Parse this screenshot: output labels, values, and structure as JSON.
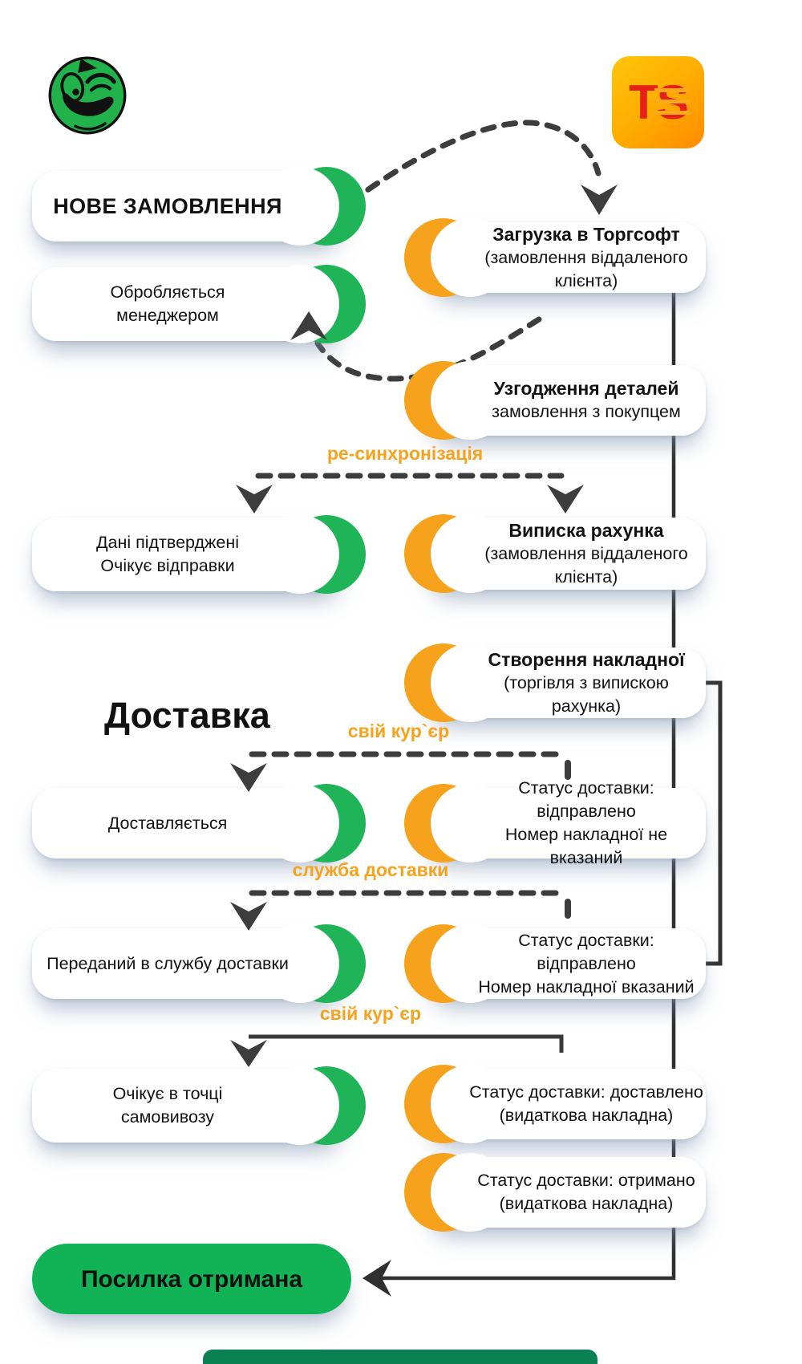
{
  "logo": {
    "t": "T",
    "s": "S"
  },
  "pills_left": {
    "new_order": "НОВЕ ЗАМОВЛЕННЯ",
    "processing_line1": "Обробляється",
    "processing_line2": "менеджером",
    "confirmed_line1": "Дані підтверджені",
    "confirmed_line2": "Очікує відправки",
    "delivering": "Доставляється",
    "handed_over": "Переданий в службу доставки",
    "pickup_line1": "Очікує в точці",
    "pickup_line2": "самовивозу",
    "parcel_received": "Посилка отримана"
  },
  "pills_right": {
    "load_title": "Загрузка в Торгсофт",
    "load_subtitle": "(замовлення віддаленого клієнта)",
    "agree_title": "Узгодження деталей",
    "agree_subtitle": "замовлення з покупцем",
    "invoice_title": "Виписка рахунка",
    "invoice_subtitle": "(замовлення віддаленого клієнта)",
    "waybill_title": "Створення накладної",
    "waybill_subtitle": "(торгівля з випискою рахунка)",
    "sent_line": "Статус доставки: відправлено",
    "sent_no_number": "Номер накладної не вказаний",
    "sent_with_number": "Номер накладної вказаний",
    "delivered_line": "Статус доставки: доставлено",
    "delivered_note": "(видаткова накладна)",
    "received_line": "Статус доставки: отримано",
    "received_note": "(видаткова накладна)"
  },
  "connectors": {
    "resync": "ре-синхронізація",
    "own_courier_top": "свій кур`єр",
    "delivery_service": "служба доставки",
    "own_courier_bottom": "свій кур`єр"
  },
  "section": {
    "heading": "Доставка"
  },
  "colors": {
    "green": "#1fb457",
    "final_green": "#12b356",
    "orange_crescent": "#f6a21d",
    "label_orange": "#f6a21d",
    "connector_dark": "#3d3d3d",
    "logo_red": "#e62117",
    "logo_gold": "#ffc60a",
    "logo_orange": "#ff8b00",
    "bottom_bar_green": "#0a8152"
  }
}
